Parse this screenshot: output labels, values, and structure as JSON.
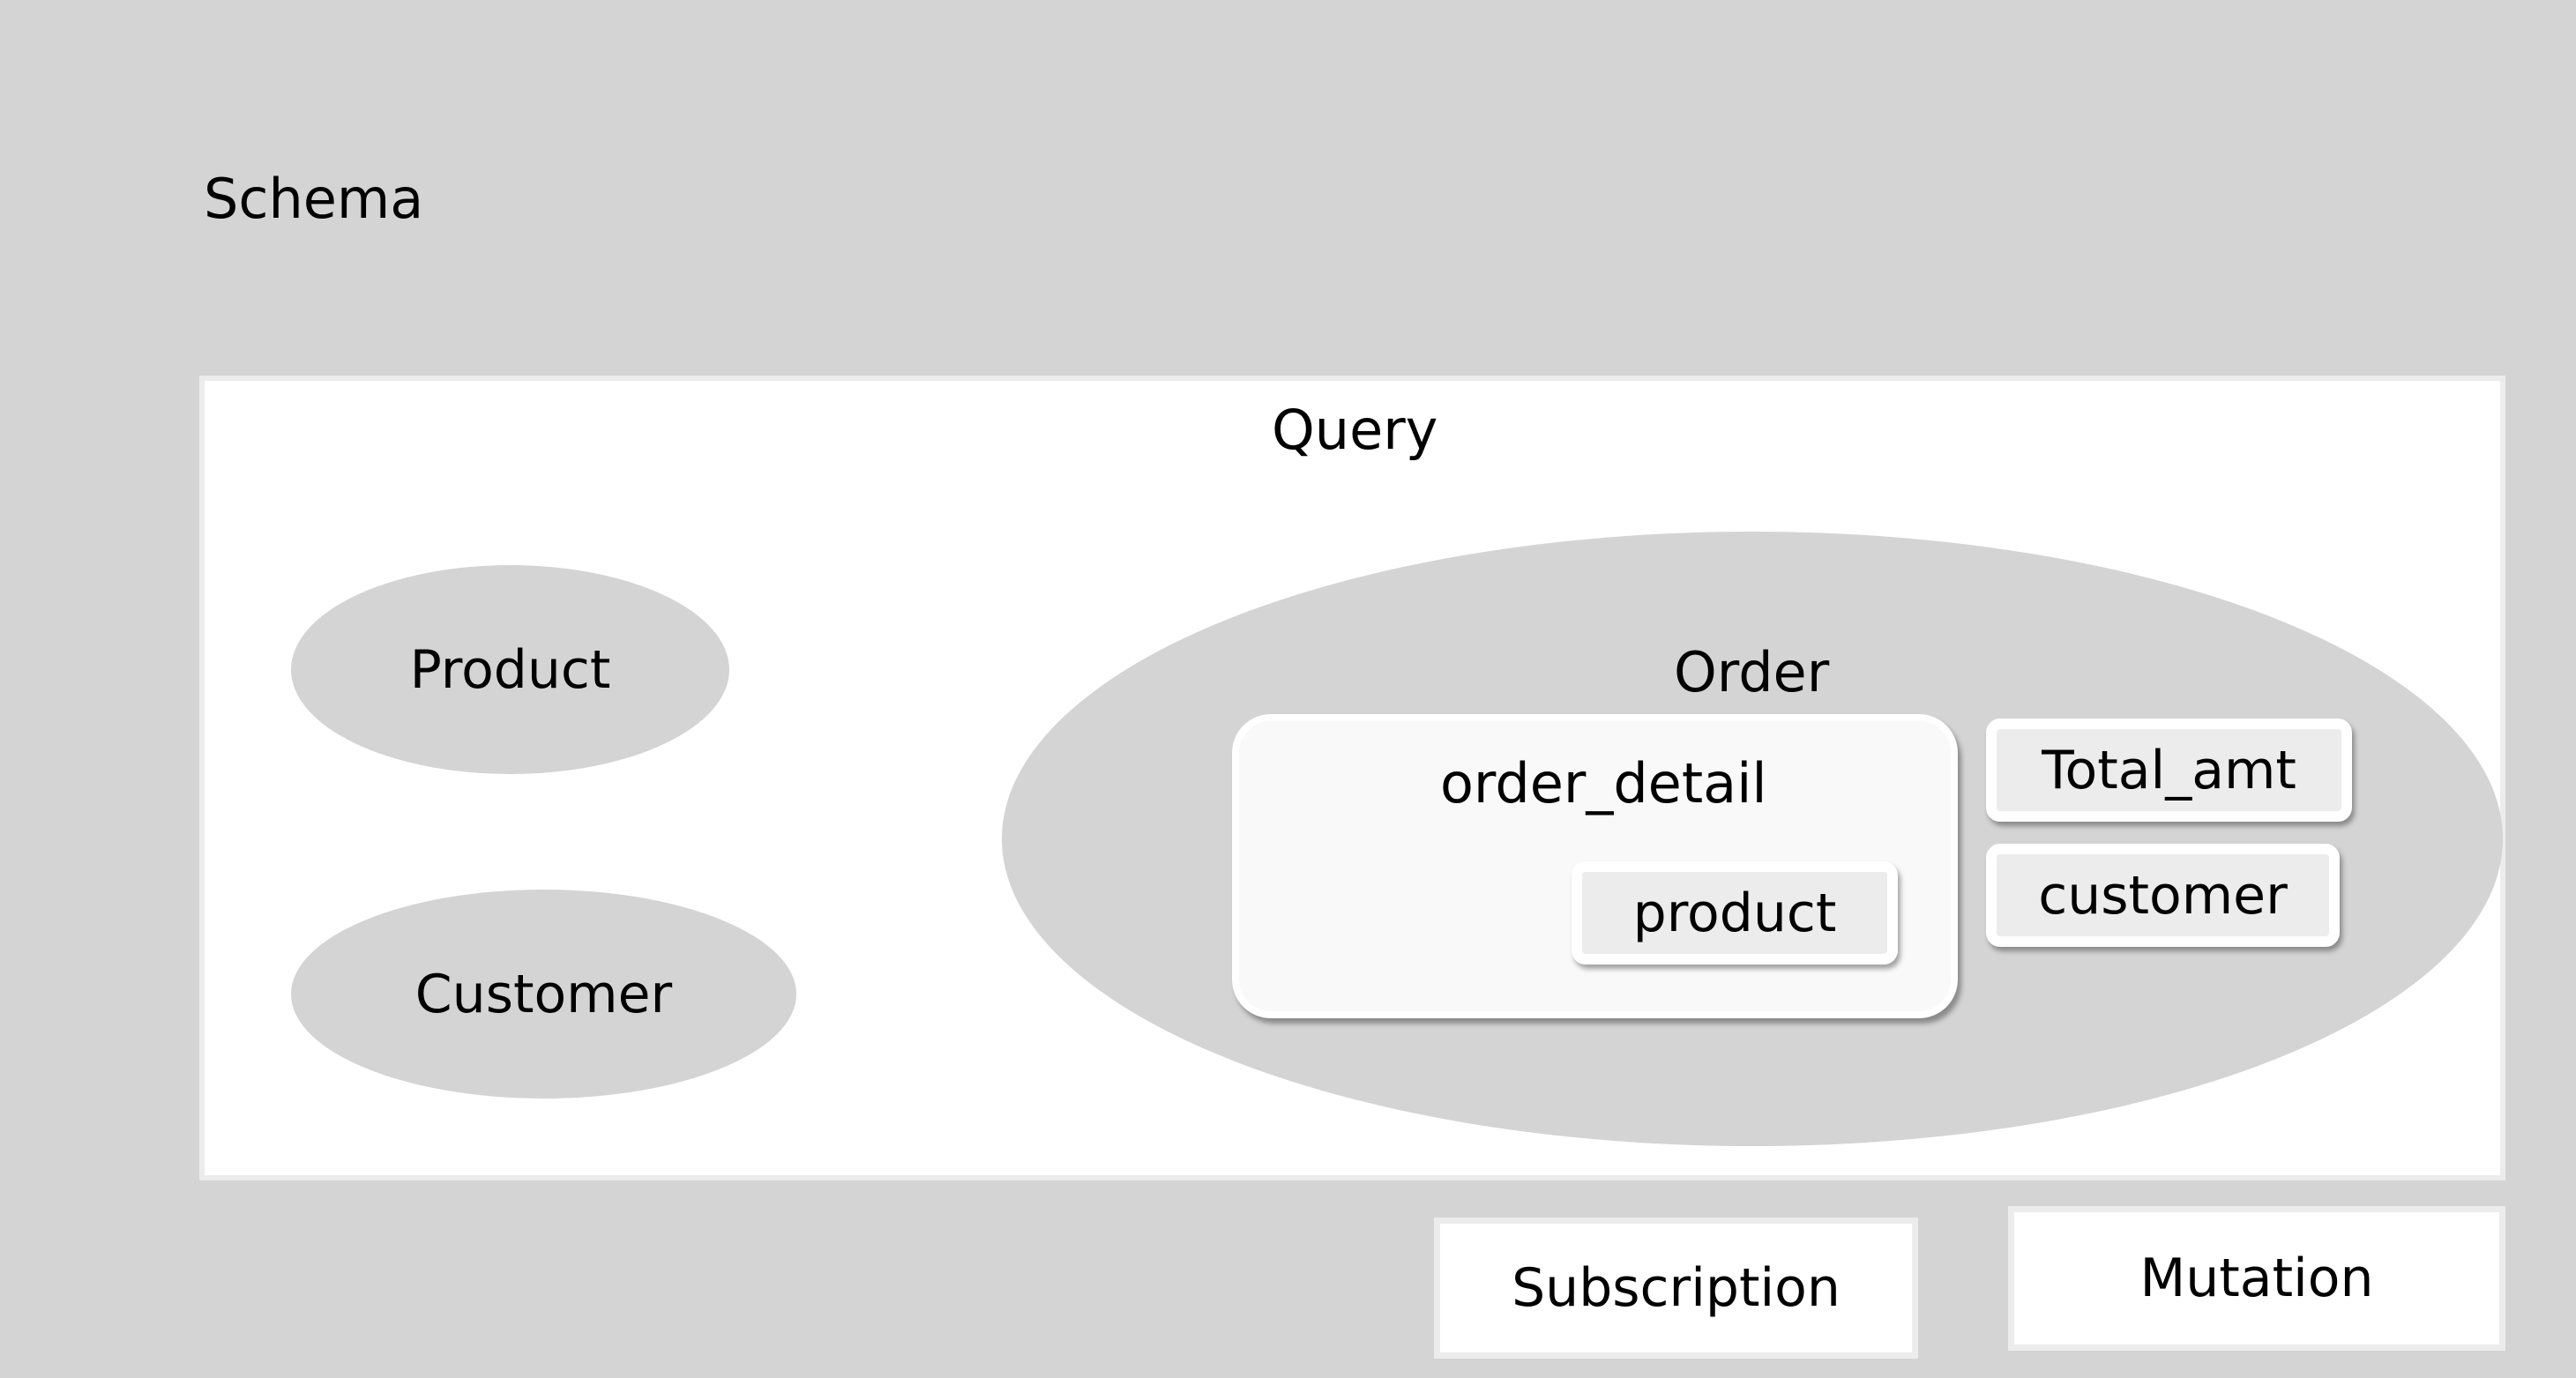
{
  "schema": {
    "title": "Schema"
  },
  "query": {
    "title": "Query",
    "types": {
      "product": "Product",
      "customer": "Customer"
    },
    "order": {
      "title": "Order",
      "order_detail": {
        "title": "order_detail",
        "product_field": "product"
      },
      "total_amt_field": "Total_amt",
      "customer_field": "customer"
    }
  },
  "operations": {
    "subscription": "Subscription",
    "mutation": "Mutation"
  },
  "colors": {
    "background": "#d4d4d4",
    "panel": "#ffffff",
    "chip": "#ececec"
  }
}
